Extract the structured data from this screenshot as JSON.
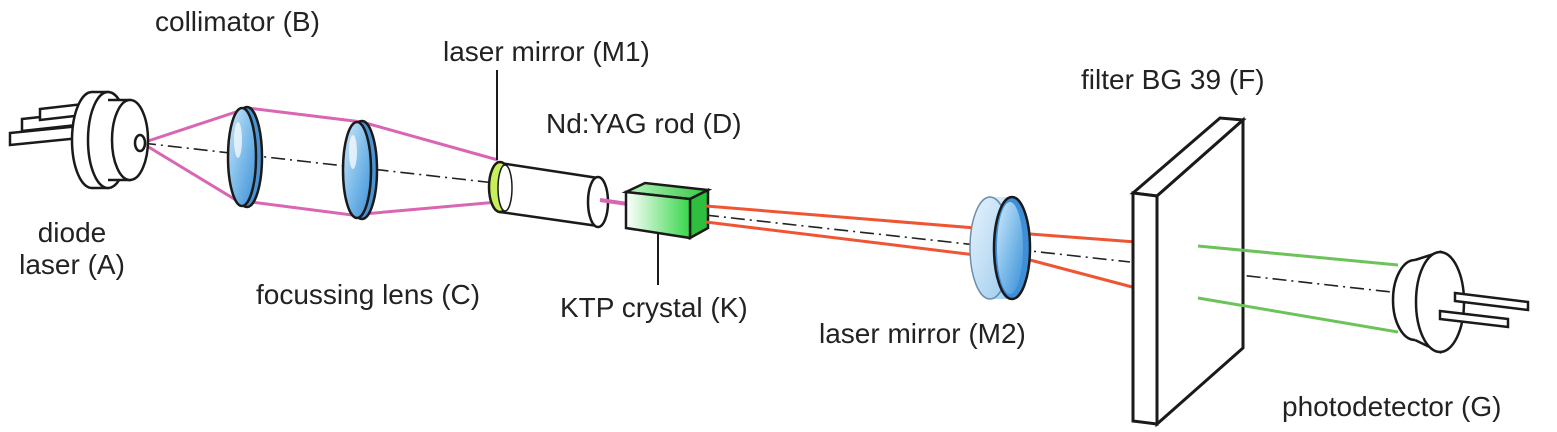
{
  "labels": {
    "collimator": "collimator (B)",
    "mirror1": "laser mirror (M1)",
    "rod": "Nd:YAG rod (D)",
    "filter": "filter BG 39 (F)",
    "diode_line1": "diode",
    "diode_line2": "laser (A)",
    "focus": "focussing lens (C)",
    "ktp": "KTP crystal (K)",
    "mirror2": "laser mirror (M2)",
    "detector": "photodetector (G)"
  },
  "colors": {
    "pump_beam": "#d966b2",
    "ir_beam": "#ee5533",
    "green_beam": "#6cc35a",
    "lens": "#6fb4e6",
    "mirror_coat": "#c8ef5a",
    "ktp": "#4cdc5c",
    "outline": "#1a1a1a"
  }
}
